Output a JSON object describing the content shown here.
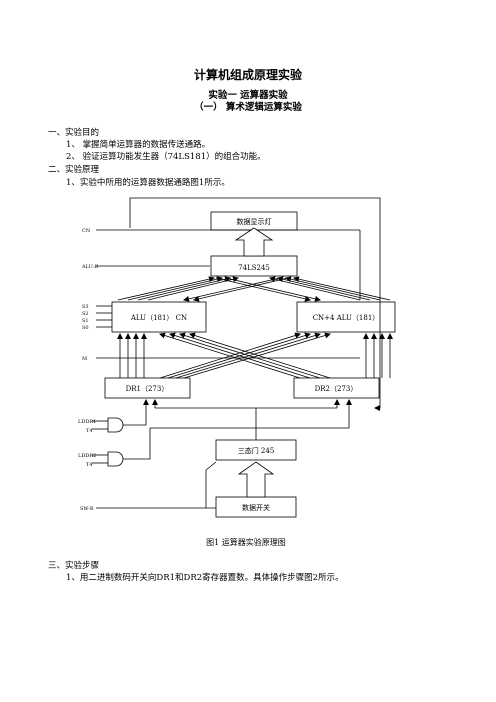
{
  "doc": {
    "title": "计算机组成原理实验",
    "experiment": "实验一  运算器实验",
    "section": "（一）  算术逻辑运算实验"
  },
  "body": {
    "h1": "一、实验目的",
    "p1": "1、 掌握简单运算器的数据传送通路。",
    "p2": "2、 验证运算功能发生器（74LS181）的组合功能。",
    "h2": "二、实验原理",
    "p3": "1、实验中所用的运算器数据通路图1所示。",
    "h3": "三、实验步骤",
    "p4": "1、用二进制数码开关向DR1和DR2寄存器置数。具体操作步骤图2所示。"
  },
  "diagram": {
    "caption": "图1   运算器实验原理图",
    "blocks": {
      "display": "数据显示灯",
      "buffer": "74LS245",
      "alu_left": "ALU（181）  CN",
      "alu_right": "CN+4   ALU（181）",
      "dr1": "DR1（273）",
      "dr2": "DR2（273）",
      "tristate": "三态门 245",
      "switch": "数据开关"
    },
    "signals": {
      "cn": "CN",
      "alu_b": "ALU-B",
      "s3": "S3",
      "s2": "S2",
      "s1": "S1",
      "s0": "S0",
      "m": "M",
      "lddr1": "LDDR1",
      "t4_a": "T4",
      "lddr2": "LDDR2",
      "t4_b": "T4",
      "sw_b": "SW-B"
    }
  }
}
